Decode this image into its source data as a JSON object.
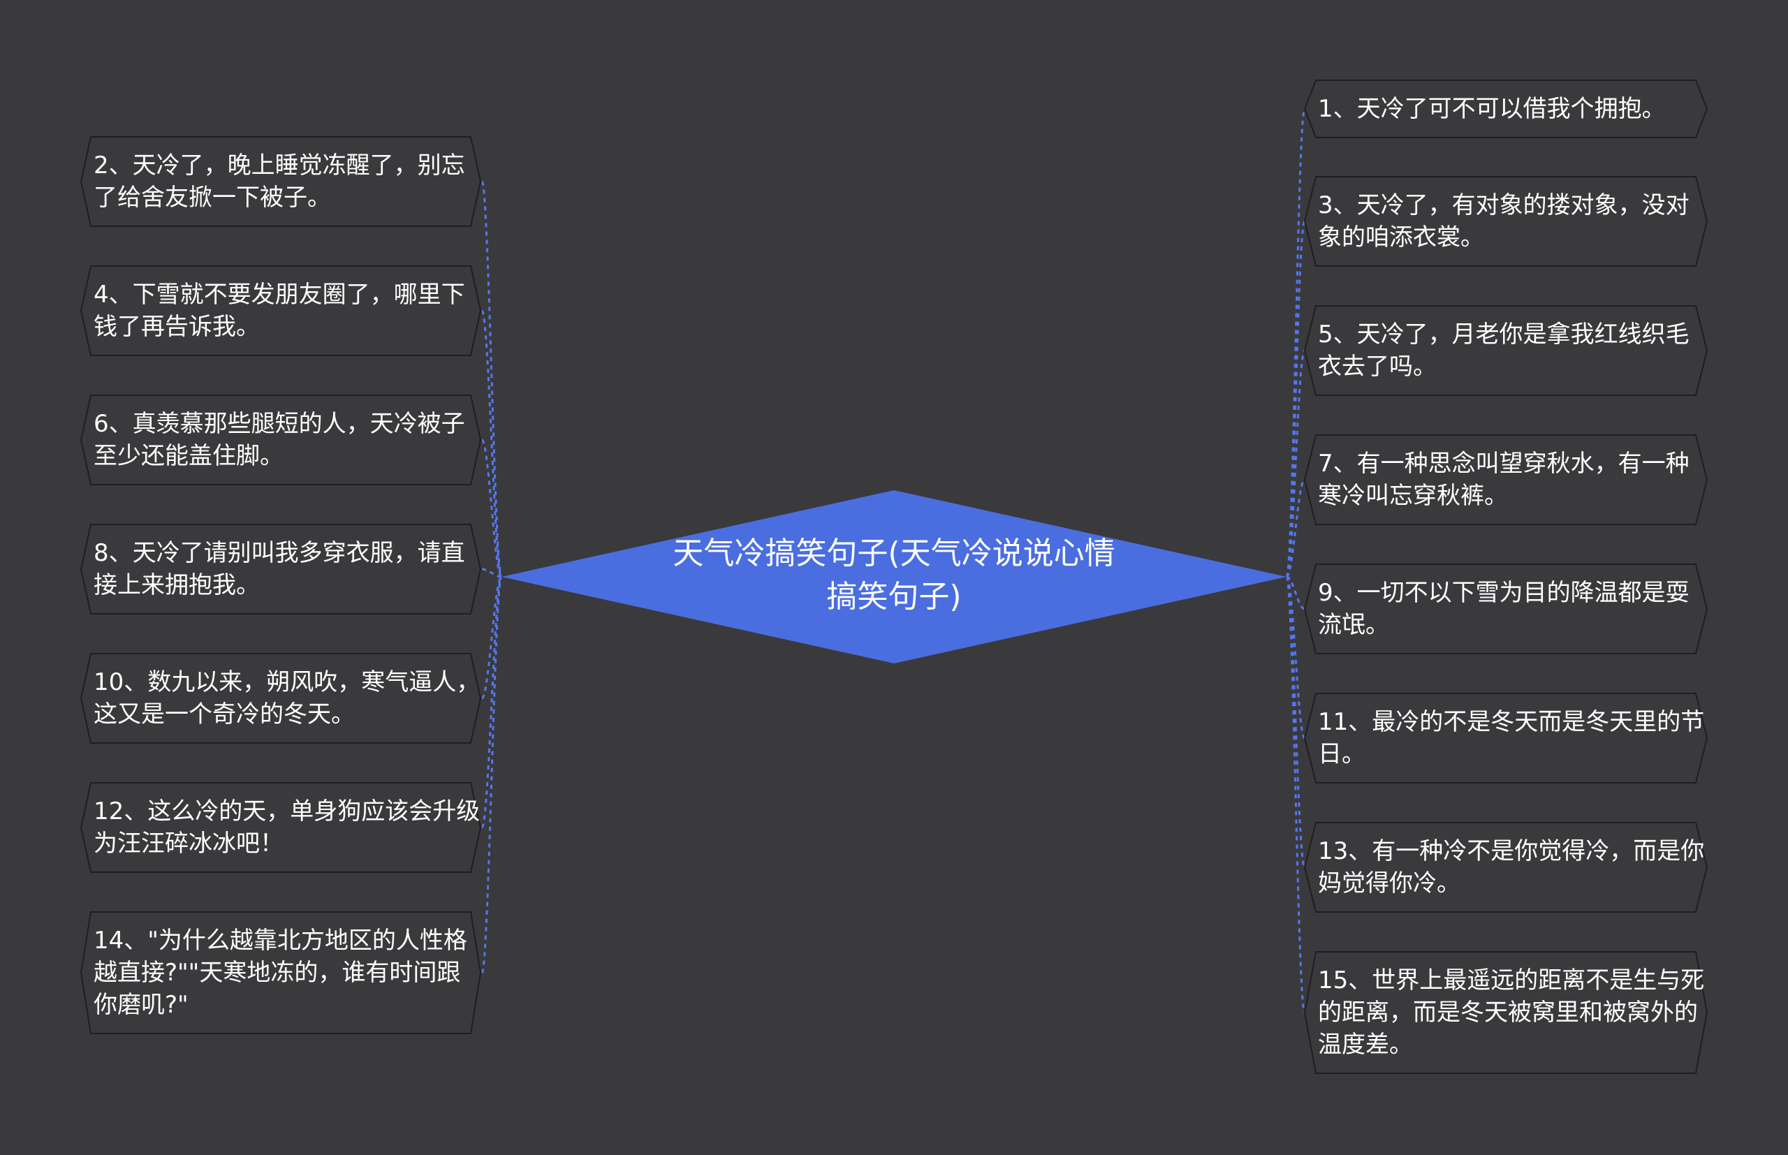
{
  "center": {
    "title": "天气冷搞笑句子(天气冷说说心情搞笑句子)"
  },
  "left_nodes": [
    "2、天冷了，晚上睡觉冻醒了，别忘了给舍友掀一下被子。",
    "4、下雪就不要发朋友圈了，哪里下钱了再告诉我。",
    "6、真羡慕那些腿短的人，天冷被子至少还能盖住脚。",
    "8、天冷了请别叫我多穿衣服，请直接上来拥抱我。",
    "10、数九以来，朔风吹，寒气逼人，这又是一个奇冷的冬天。",
    "12、这么冷的天，单身狗应该会升级为汪汪碎冰冰吧！",
    "14、\"为什么越靠北方地区的人性格越直接?\"\"天寒地冻的，谁有时间跟你磨叽?\""
  ],
  "right_nodes": [
    "1、天冷了可不可以借我个拥抱。",
    "3、天冷了，有对象的搂对象，没对象的咱添衣裳。",
    "5、天冷了，月老你是拿我红线织毛衣去了吗。",
    "7、有一种思念叫望穿秋水，有一种寒冷叫忘穿秋裤。",
    "9、一切不以下雪为目的降温都是耍流氓。",
    "11、最冷的不是冬天而是冬天里的节日。",
    "13、有一种冷不是你觉得冷，而是你妈觉得你冷。",
    "15、世界上最遥远的距离不是生与死的距离，而是冬天被窝里和被窝外的温度差。"
  ],
  "colors": {
    "background": "#3a3a3c",
    "center_fill": "#4a6ee0",
    "link": "#5577ee",
    "node_border": "#1f1f21",
    "text": "#ffffff"
  }
}
